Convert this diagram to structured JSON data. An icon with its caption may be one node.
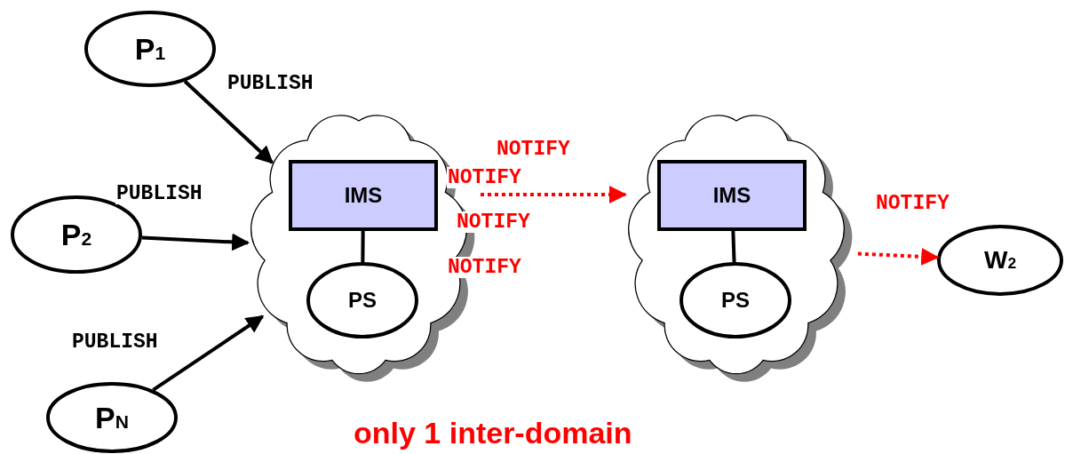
{
  "diagram": {
    "nodes": [
      {
        "text": [
          "P$_{1}$"
        ]
      },
      {
        "text": [
          "P$_{2}$"
        ]
      },
      {
        "text": [
          "P$_{N}$"
        ]
      },
      {
        "text": [],
        "shape": "cloud"
      },
      {
        "text": [
          "IMS"
        ],
        "in": 3
      },
      {
        "text": [
          "PS"
        ],
        "in": 3
      },
      {
        "text": [],
        "shape": "cloud"
      },
      {
        "text": [
          "IMS"
        ],
        "in": 6
      },
      {
        "text": [
          "PS"
        ],
        "in": 6
      },
      {
        "text": [
          "W$_{2}$"
        ]
      }
    ],
    "edges": [
      {
        "from": 0,
        "to": 3,
        "arrow": "to",
        "label": "PUBLISH"
      },
      {
        "from": 1,
        "to": 3,
        "arrow": "to",
        "label": "PUBLISH"
      },
      {
        "from": 2,
        "to": 3,
        "arrow": "to",
        "label": "PUBLISH"
      },
      {
        "from": 4,
        "to": 5,
        "arrow": "none"
      },
      {
        "from": 3,
        "to": 6,
        "arrow": "to",
        "label": "NOTIFY",
        "style": "dashed",
        "color": "#ff0000"
      },
      {
        "from": 7,
        "to": 8,
        "arrow": "none"
      },
      {
        "from": 6,
        "to": 9,
        "arrow": "to",
        "label": "NOTIFY",
        "style": "dashed",
        "color": "#ff0000"
      }
    ],
    "labels": [
      "NOTIFY",
      "NOTIFY",
      "NOTIFY",
      "only 1 inter-domain"
    ]
  }
}
